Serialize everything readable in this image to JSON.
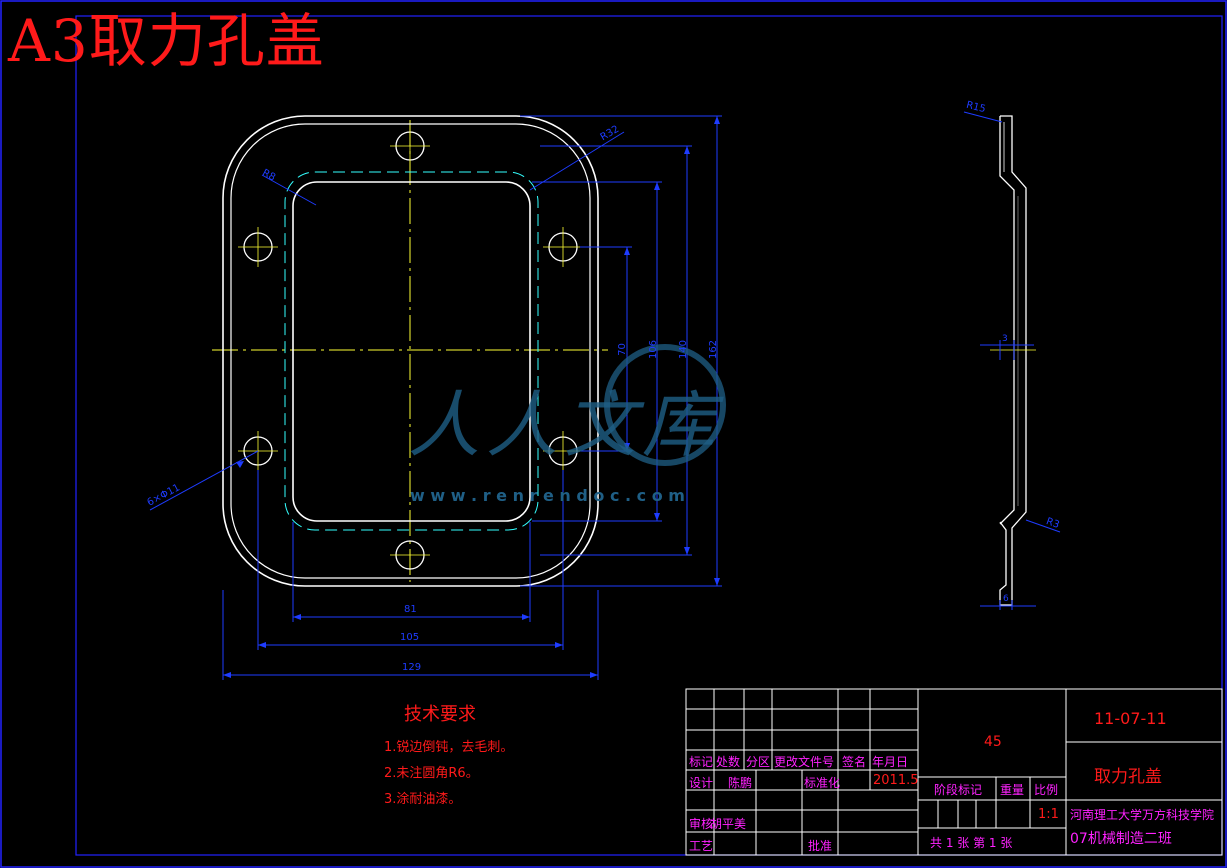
{
  "drawing": {
    "title": "A3取力孔盖",
    "watermark_text": "人人文库",
    "watermark_url": "w w w . r e n r e n d o c . c o m"
  },
  "dimensions": {
    "outer_width": "129",
    "hole_spacing_width": "105",
    "inner_width": "81",
    "hole_spacing_height": "70",
    "inner_height": "106",
    "outer_inner_height": "140",
    "overall_height": "162",
    "hole_callout": "6×Φ11",
    "corner_radius_inner": "R8",
    "corner_radius_outer": "R32",
    "side_radius_top": "R15",
    "side_radius_bottom": "R3",
    "thickness": "6",
    "flange": "3"
  },
  "tech_requirements": {
    "title": "技术要求",
    "items": [
      "1.锐边倒钝，去毛刺。",
      "2.未注圆角R6。",
      "3.涂耐油漆。"
    ]
  },
  "title_block": {
    "drawing_no": "11-07-11",
    "material": "45",
    "part_name": "取力孔盖",
    "school": "河南理工大学万方科技学院",
    "class_name": "07机械制造二班",
    "scale": "1:1",
    "sheet_info": "共 1 张 第 1 张",
    "headers": [
      "标记",
      "处数",
      "分区",
      "更改文件号",
      "签名",
      "年月日"
    ],
    "designer_label": "设计",
    "designer": "陈鹏",
    "standardize_label": "标准化",
    "date": "2011.5",
    "stage_label": "阶段标记",
    "weight_label": "重量",
    "scale_label": "比例",
    "check_label": "审核",
    "checker": "胡平美",
    "process_label": "工艺",
    "approve_label": "批准"
  },
  "colors": {
    "background": "#000000",
    "frame": "#0000ff",
    "outline": "#ffffff",
    "dimension": "#0000ff",
    "centerline": "#ffff00",
    "hidden": "#00ffff",
    "text_red": "#ff1a1a",
    "text_magenta": "#ff22ff",
    "watermark": "#1f5f86"
  }
}
